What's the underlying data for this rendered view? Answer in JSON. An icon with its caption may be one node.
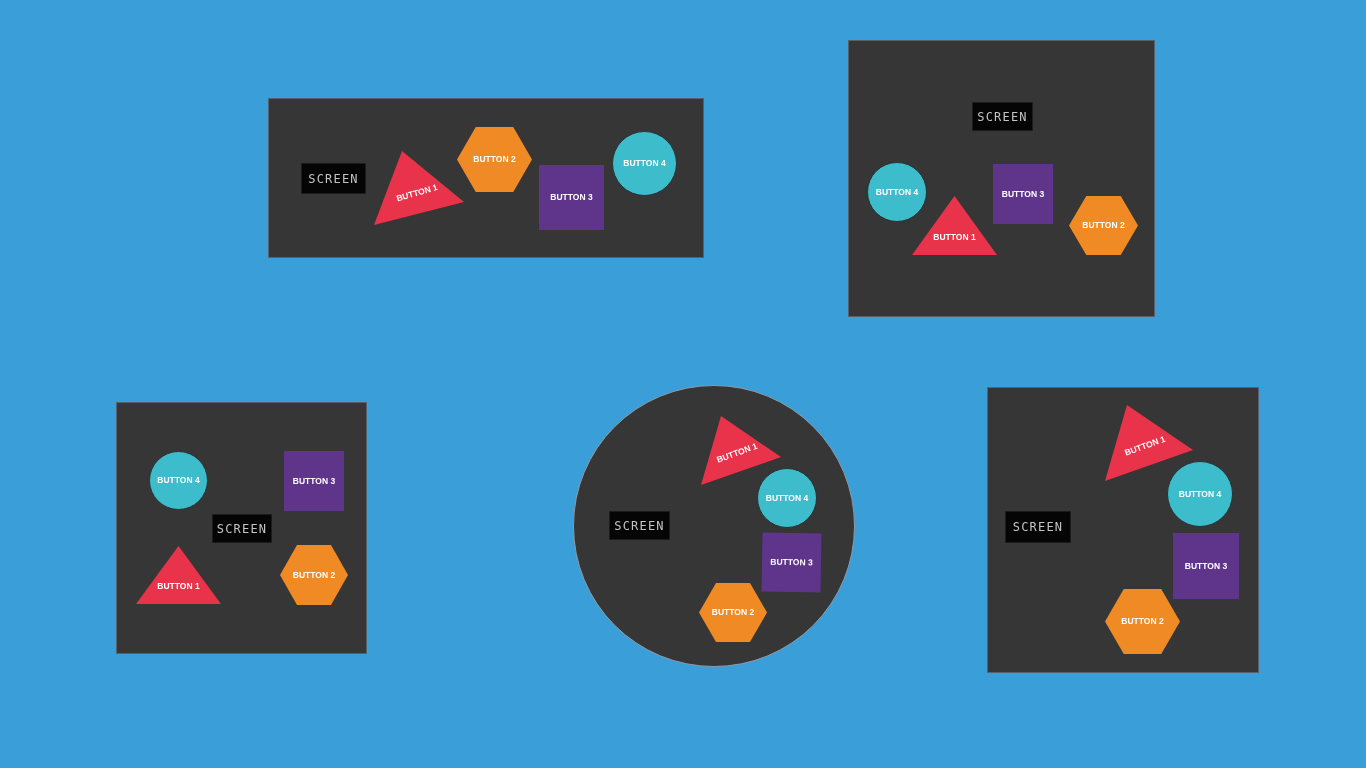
{
  "diagram": {
    "nodes": [
      {
        "text": [],
        "shape": "box"
      },
      {
        "text": [
          "SCREEN"
        ],
        "in": 0
      },
      {
        "text": [
          "BUTTON 1"
        ],
        "in": 0
      },
      {
        "text": [
          "BUTTON 2"
        ],
        "in": 0
      },
      {
        "text": [
          "BUTTON 3"
        ],
        "in": 0
      },
      {
        "text": [
          "BUTTON 4"
        ],
        "in": 0
      },
      {
        "text": [],
        "shape": "box"
      },
      {
        "text": [
          "SCREEN"
        ],
        "in": 6
      },
      {
        "text": [
          "BUTTON 4"
        ],
        "in": 6
      },
      {
        "text": [
          "BUTTON 1"
        ],
        "in": 6
      },
      {
        "text": [
          "BUTTON 3"
        ],
        "in": 6
      },
      {
        "text": [
          "BUTTON 2"
        ],
        "in": 6
      },
      {
        "text": [],
        "shape": "box"
      },
      {
        "text": [
          "BUTTON 4"
        ],
        "in": 12
      },
      {
        "text": [
          "BUTTON 3"
        ],
        "in": 12
      },
      {
        "text": [
          "SCREEN"
        ],
        "in": 12
      },
      {
        "text": [
          "BUTTON 1"
        ],
        "in": 12
      },
      {
        "text": [
          "BUTTON 2"
        ],
        "in": 12
      },
      {
        "text": [],
        "shape": "circle"
      },
      {
        "text": [
          "BUTTON 1"
        ],
        "in": 18
      },
      {
        "text": [
          "SCREEN"
        ],
        "in": 18
      },
      {
        "text": [
          "BUTTON 4"
        ],
        "in": 18
      },
      {
        "text": [
          "BUTTON 3"
        ],
        "in": 18
      },
      {
        "text": [
          "BUTTON 2"
        ],
        "in": 18
      },
      {
        "text": [],
        "shape": "box"
      },
      {
        "text": [
          "BUTTON 1"
        ],
        "in": 24
      },
      {
        "text": [
          "BUTTON 4"
        ],
        "in": 24
      },
      {
        "text": [
          "SCREEN"
        ],
        "in": 24
      },
      {
        "text": [
          "BUTTON 3"
        ],
        "in": 24
      },
      {
        "text": [
          "BUTTON 2"
        ],
        "in": 24
      }
    ]
  }
}
